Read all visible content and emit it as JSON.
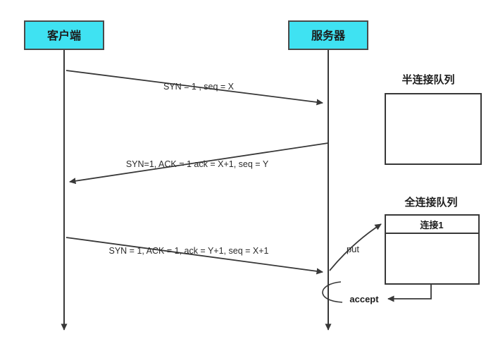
{
  "diagram": {
    "client_label": "客户端",
    "server_label": "服务器",
    "messages": [
      {
        "label": "SYN = 1 , seq = X"
      },
      {
        "label": "SYN=1, ACK = 1 ack = X+1, seq = Y"
      },
      {
        "label": "SYN = 1, ACK = 1, ack = Y+1, seq = X+1"
      }
    ],
    "half_queue_title": "半连接队列",
    "full_queue_title": "全连接队列",
    "queue_item_label": "连接1",
    "put_label": "put",
    "accept_label": "accept",
    "colors": {
      "actor_fill": "#3fe2f2",
      "actor_border": "#4a4a4a",
      "line": "#383838",
      "box_border": "#383838"
    }
  }
}
